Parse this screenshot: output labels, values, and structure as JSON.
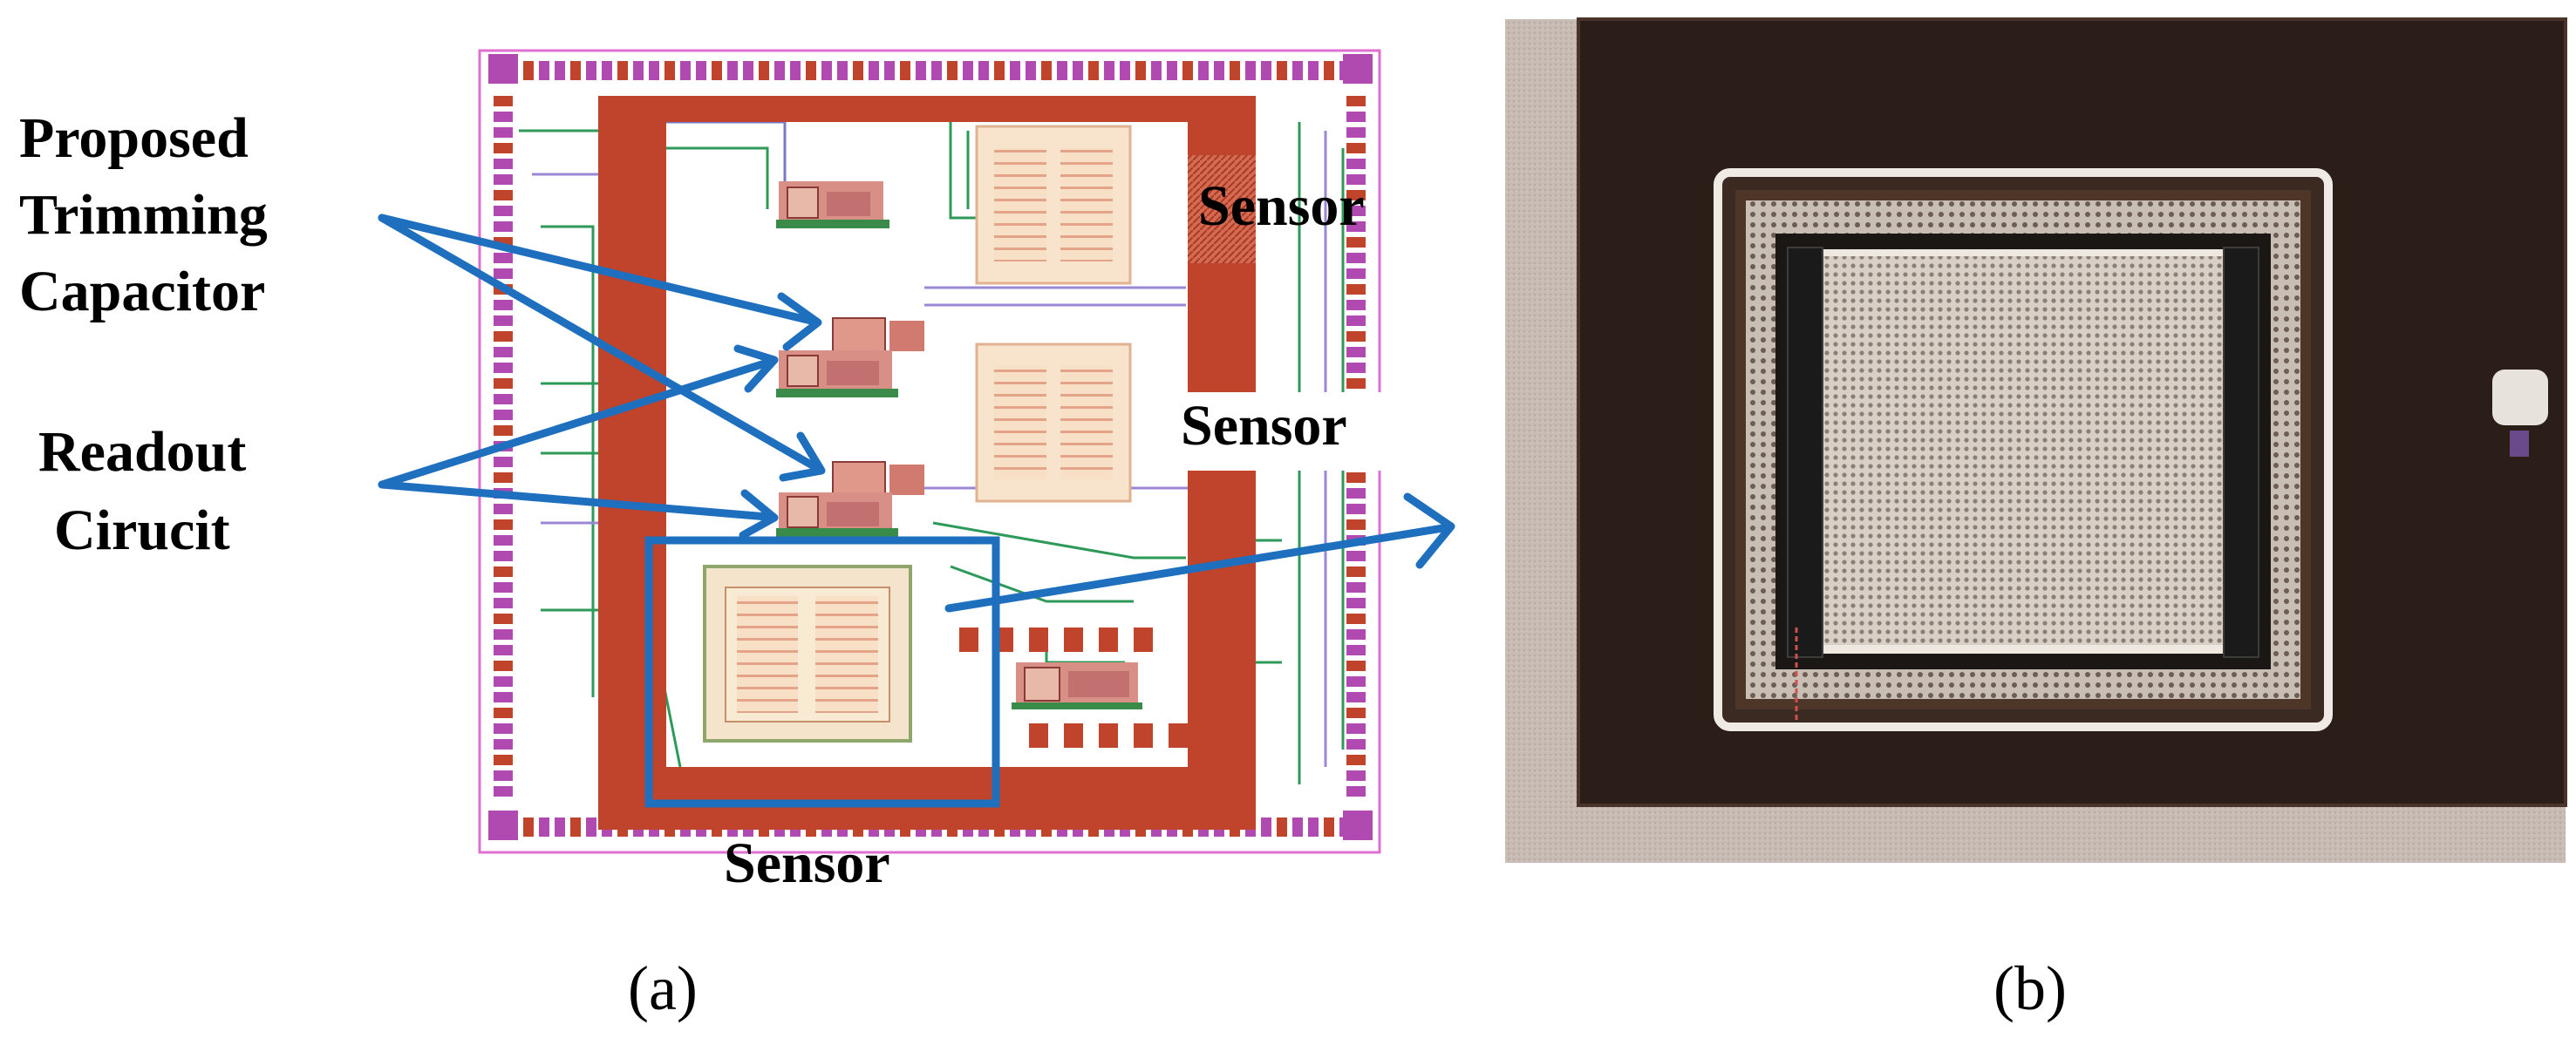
{
  "labels": {
    "trim_line1": "Proposed",
    "trim_line2": "Trimming",
    "trim_line3": "Capacitor",
    "readout_line1": "Readout",
    "readout_line2": "Cirucit",
    "sensor_top": "Sensor",
    "sensor_mid": "Sensor",
    "sensor_bottom": "Sensor"
  },
  "captions": {
    "a": "(a)",
    "b": "(b)"
  },
  "colors": {
    "arrow": "#1f6fbf",
    "frame": "#c0432b",
    "pad_ring": "#b04ab0",
    "sensor_pad": "#f6dcc0",
    "die_dark": "#2b1d17",
    "die_light": "#cfc4bc",
    "sensor_glow": "#efeae4"
  }
}
